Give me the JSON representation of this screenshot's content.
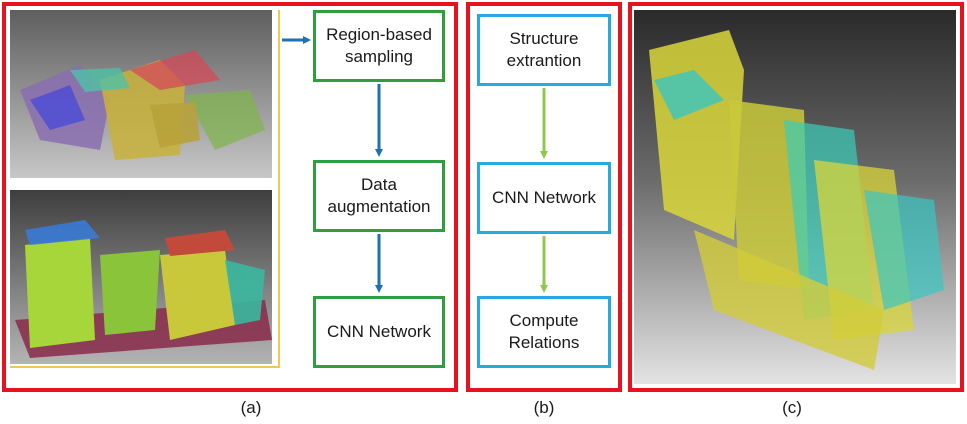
{
  "panel_a": {
    "steps": [
      "Region-based\nsampling",
      "Data\naugmentation",
      "CNN Network"
    ],
    "caption": "(a)"
  },
  "panel_b": {
    "steps": [
      "Structure\nextrantion",
      "CNN Network",
      "Compute\nRelations"
    ],
    "caption": "(b)"
  },
  "panel_c": {
    "caption": "(c)"
  },
  "colors": {
    "panel_border": "#e8121f",
    "a_box_border": "#2e9e3f",
    "a_arrow": "#1f6fb5",
    "b_box_border": "#27a9e1",
    "b_arrow": "#8cc94e",
    "connector": "#f2c94c"
  }
}
